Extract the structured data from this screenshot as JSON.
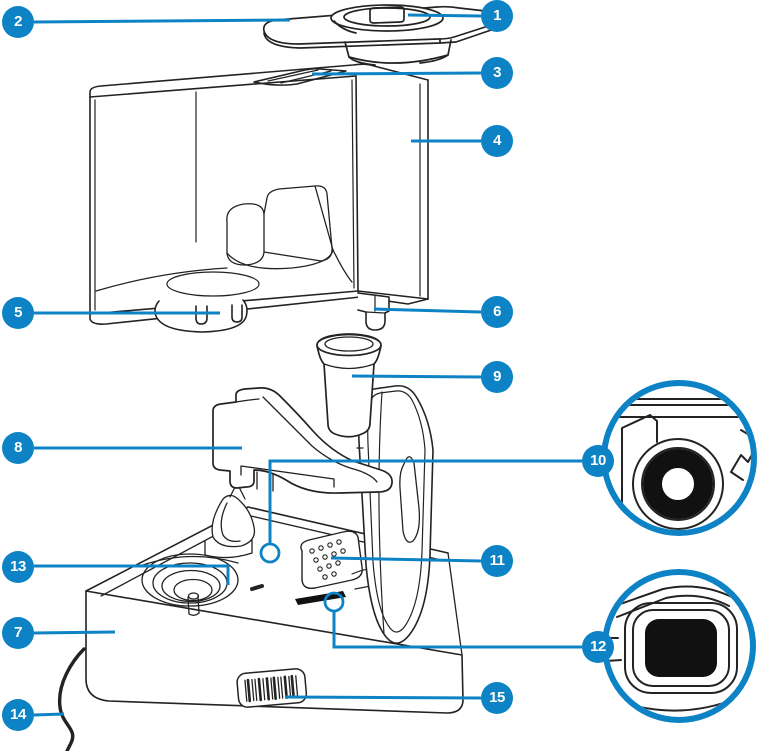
{
  "colors": {
    "accent": "#0d83c6",
    "ink": "#232323",
    "black": "#111111"
  },
  "callouts": [
    {
      "label": "1"
    },
    {
      "label": "2"
    },
    {
      "label": "3"
    },
    {
      "label": "4"
    },
    {
      "label": "5"
    },
    {
      "label": "6"
    },
    {
      "label": "7"
    },
    {
      "label": "8"
    },
    {
      "label": "9"
    },
    {
      "label": "10"
    },
    {
      "label": "11"
    },
    {
      "label": "12"
    },
    {
      "label": "13"
    },
    {
      "label": "14"
    },
    {
      "label": "15"
    }
  ]
}
